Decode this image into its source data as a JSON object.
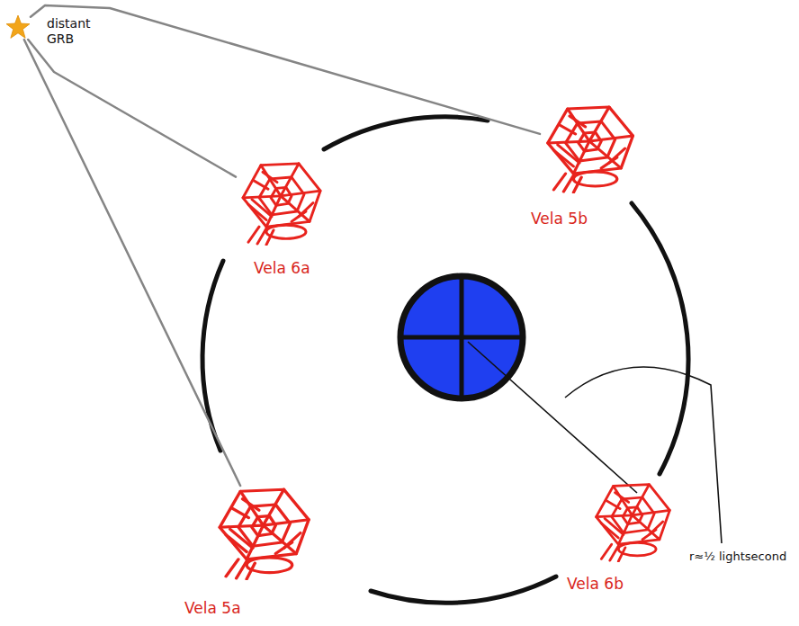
{
  "diagram": {
    "nodes": [
      {
        "text": [
          "distant GRB"
        ]
      },
      {
        "text": [
          "Vela 6a"
        ]
      },
      {
        "text": [
          "Vela 5b"
        ]
      },
      {
        "text": [
          "Vela 5a"
        ]
      },
      {
        "text": [
          "Vela 6b"
        ]
      }
    ],
    "edges": [
      {
        "from": 0,
        "to": 2,
        "arrow": "none"
      },
      {
        "from": 0,
        "to": 1,
        "arrow": "none"
      },
      {
        "from": 0,
        "to": 3,
        "arrow": "none"
      }
    ],
    "labels": [
      "r≈½ lightsecond"
    ]
  }
}
